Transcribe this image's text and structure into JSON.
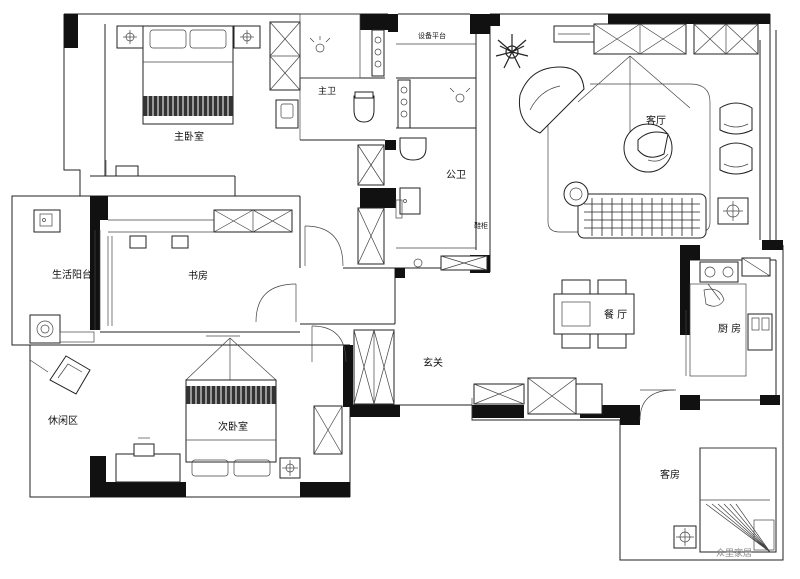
{
  "rooms": {
    "master_bedroom": "主卧室",
    "master_bath": "主卫",
    "equipment_platform": "设备平台",
    "living_room": "客厅",
    "public_bath": "公卫",
    "laundry_balcony": "生活阳台",
    "study": "书房",
    "dining": "餐 厅",
    "kitchen": "厨 房",
    "foyer": "玄关",
    "lounge": "休闲区",
    "second_bedroom": "次卧室",
    "guest_room": "客房"
  },
  "annotations": {
    "shoe_cabinet": "鞋柜"
  },
  "watermark": "众里家居"
}
